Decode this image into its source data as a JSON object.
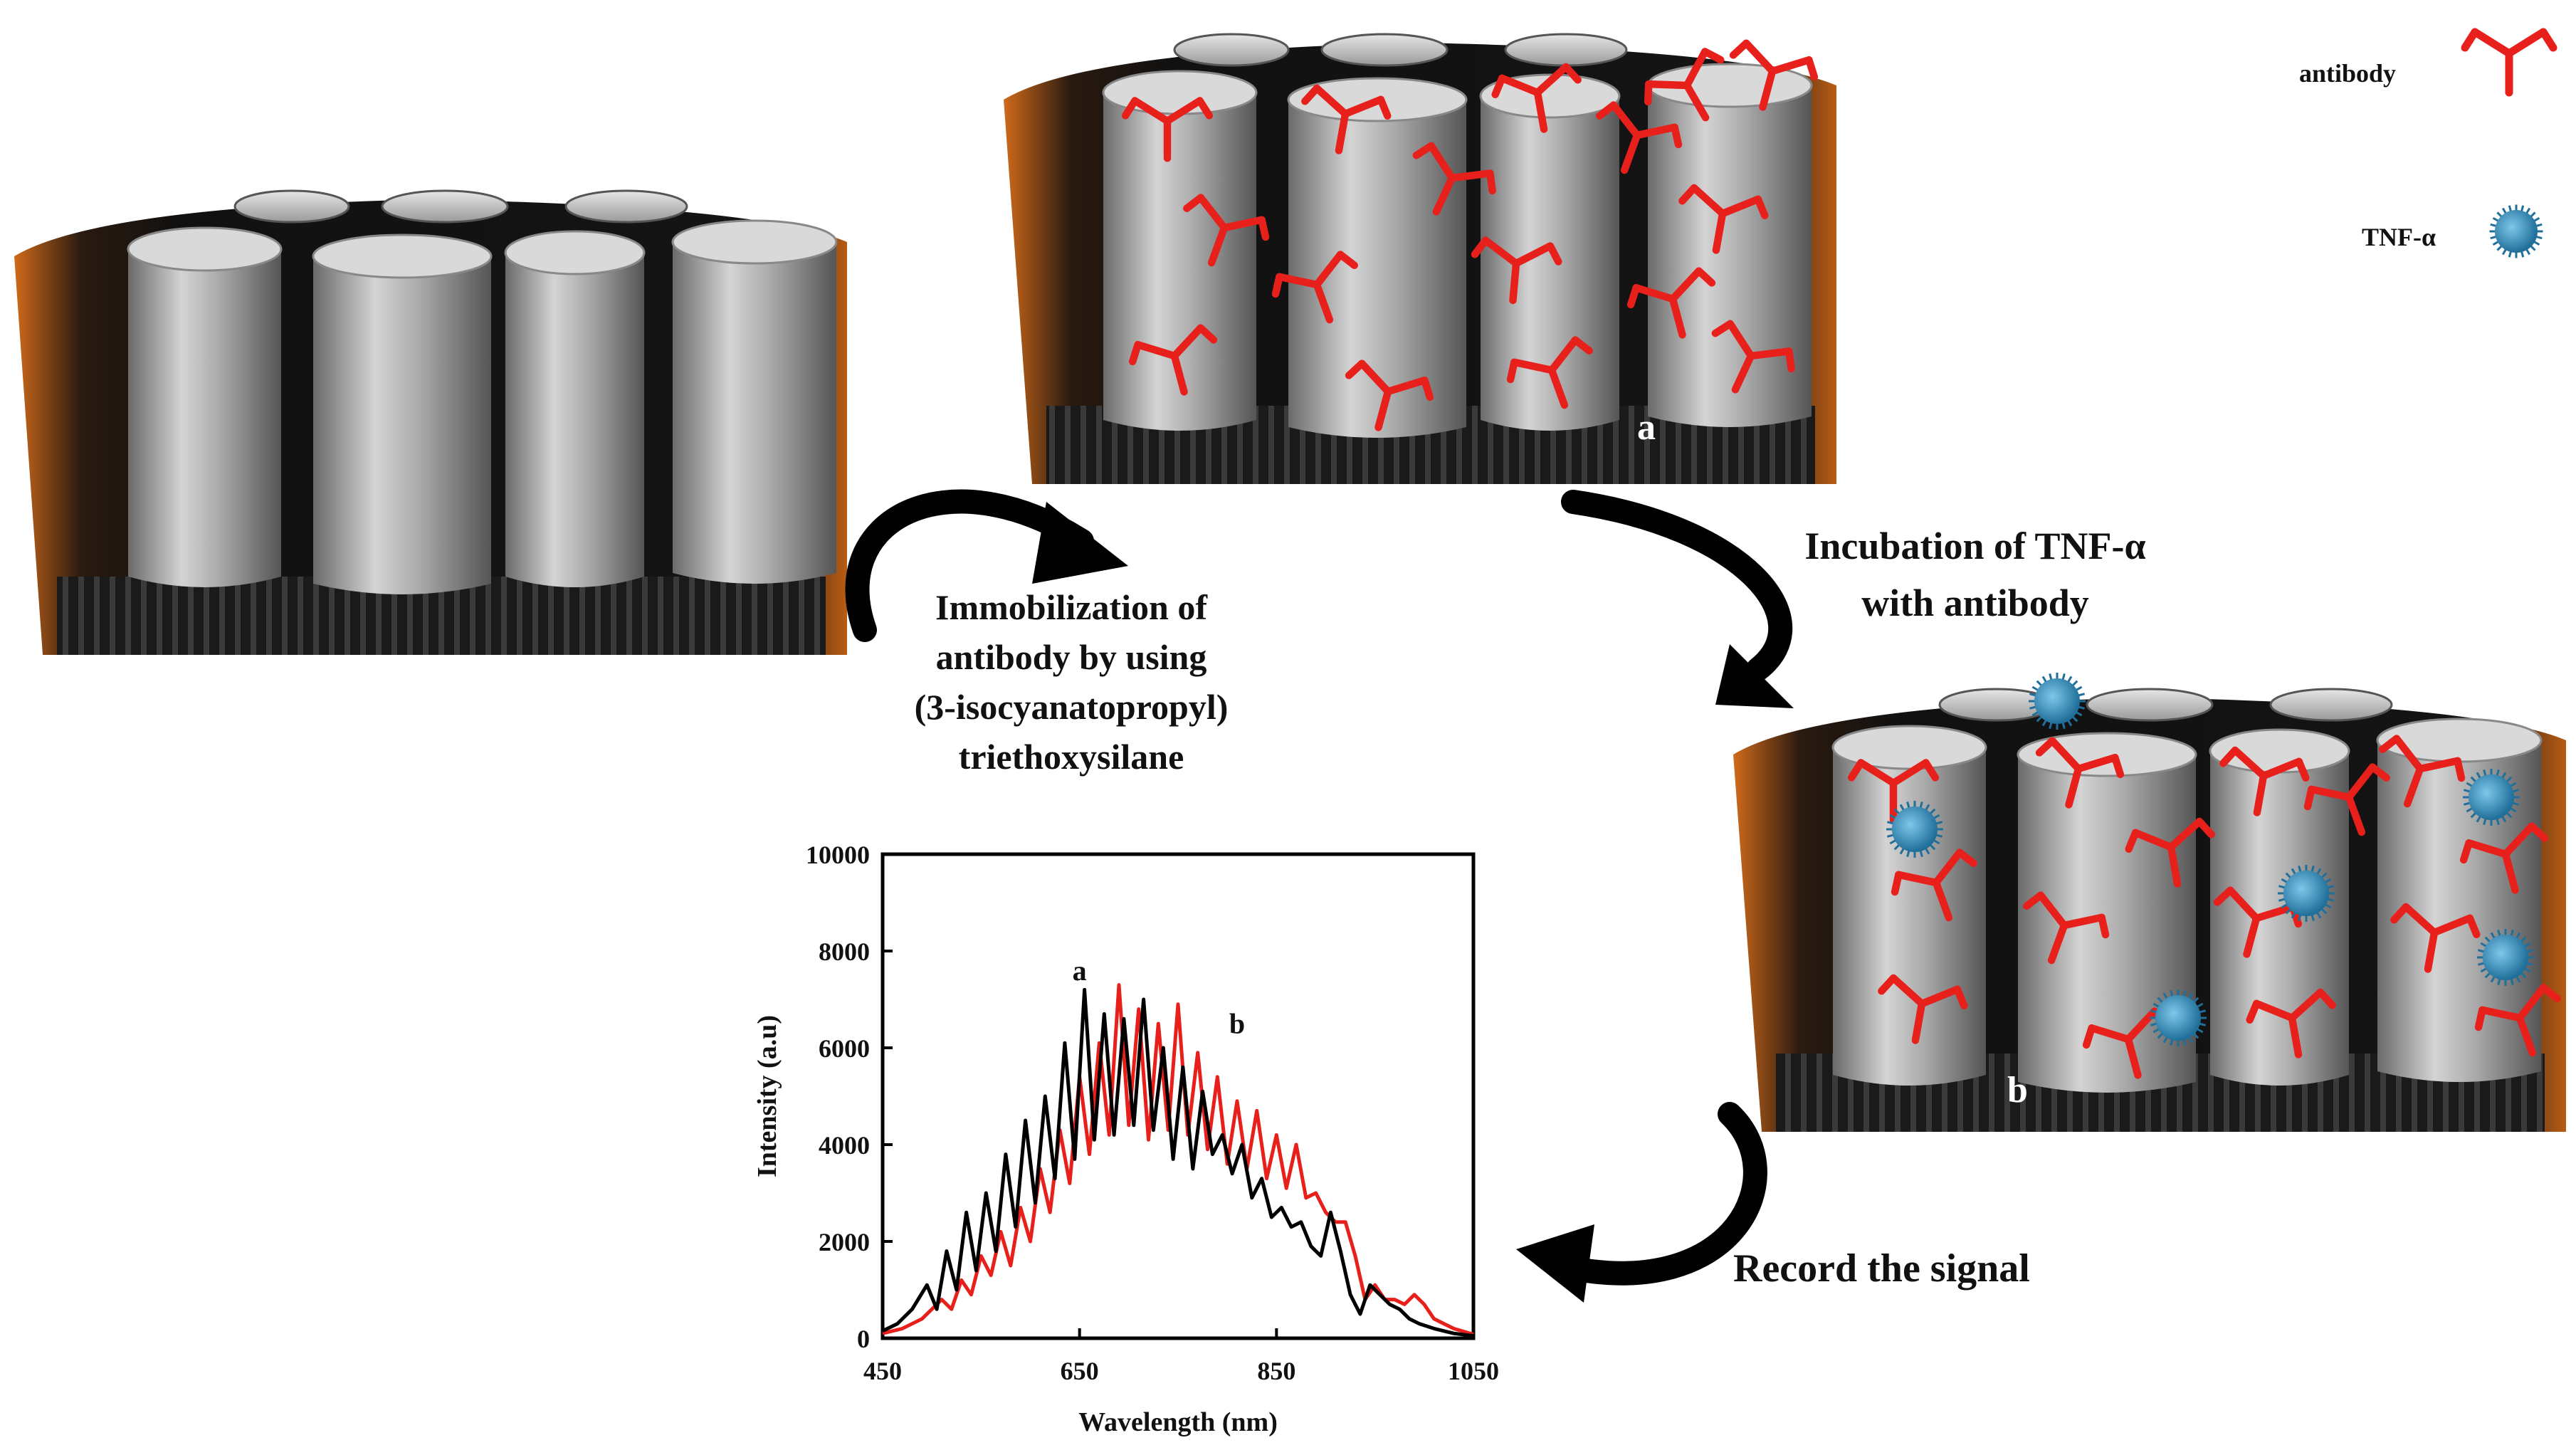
{
  "colors": {
    "antibody": "#e8201c",
    "tnf": "#2f8fc4",
    "substrate_dark": "#111111",
    "substrate_orange": "#d06a1a",
    "pore": "#b8b8b8",
    "spectrum_a": "#000000",
    "spectrum_b": "#e8201c"
  },
  "legend": {
    "antibody": "antibody",
    "tnf": "TNF-α"
  },
  "structures": {
    "a_label": "a",
    "b_label": "b"
  },
  "steps": {
    "step1": [
      "Immobilization  of",
      "antibody  by  using",
      "(3-isocyanatopropyl)",
      "triethoxysilane"
    ],
    "step2": [
      "Incubation of TNF-α",
      "with antibody"
    ],
    "step3": "Record the signal"
  },
  "chart_data": {
    "type": "line",
    "xlabel": "Wavelength (nm)",
    "ylabel": "Intensity (a.u)",
    "xlim": [
      450,
      1050
    ],
    "ylim": [
      0,
      10000
    ],
    "xticks": [
      450,
      650,
      850,
      1050
    ],
    "yticks": [
      0,
      2000,
      4000,
      6000,
      8000,
      10000
    ],
    "grid": false,
    "series": [
      {
        "name": "a",
        "x": [
          450,
          465,
          480,
          495,
          505,
          515,
          525,
          535,
          545,
          555,
          565,
          575,
          585,
          595,
          605,
          615,
          625,
          635,
          645,
          655,
          665,
          675,
          685,
          695,
          705,
          715,
          725,
          735,
          745,
          755,
          765,
          775,
          785,
          795,
          805,
          815,
          825,
          835,
          845,
          855,
          865,
          875,
          885,
          895,
          905,
          915,
          925,
          935,
          945,
          955,
          965,
          975,
          985,
          995,
          1010,
          1030,
          1050
        ],
        "y": [
          150,
          300,
          600,
          1100,
          600,
          1800,
          1000,
          2600,
          1400,
          3000,
          1800,
          3800,
          2300,
          4500,
          2800,
          5000,
          3300,
          6100,
          3700,
          7200,
          4100,
          6700,
          4200,
          6600,
          4400,
          7000,
          4300,
          6000,
          3700,
          5600,
          3500,
          5100,
          3800,
          4200,
          3400,
          4000,
          2900,
          3300,
          2500,
          2700,
          2300,
          2400,
          1900,
          1700,
          2600,
          1800,
          900,
          500,
          1100,
          900,
          700,
          600,
          400,
          300,
          200,
          100,
          50
        ]
      },
      {
        "name": "b",
        "x": [
          450,
          470,
          490,
          510,
          520,
          530,
          540,
          550,
          560,
          570,
          580,
          590,
          600,
          610,
          620,
          630,
          640,
          650,
          660,
          670,
          680,
          690,
          700,
          710,
          720,
          730,
          740,
          750,
          760,
          770,
          780,
          790,
          800,
          810,
          820,
          830,
          840,
          850,
          860,
          870,
          880,
          890,
          900,
          910,
          920,
          930,
          940,
          950,
          960,
          970,
          980,
          990,
          1000,
          1010,
          1030,
          1050
        ],
        "y": [
          100,
          200,
          400,
          800,
          600,
          1200,
          900,
          1700,
          1300,
          2200,
          1500,
          2700,
          2000,
          3500,
          2600,
          4300,
          3200,
          5400,
          3800,
          6100,
          4200,
          7300,
          4400,
          6800,
          4100,
          6500,
          4300,
          6900,
          4200,
          5900,
          3900,
          5400,
          3600,
          4900,
          3500,
          4700,
          3300,
          4200,
          3100,
          4000,
          2900,
          3000,
          2600,
          2400,
          2400,
          1700,
          800,
          1100,
          800,
          800,
          700,
          900,
          700,
          400,
          200,
          80
        ]
      }
    ],
    "annotations": [
      {
        "text": "a",
        "x": 650,
        "y": 7400
      },
      {
        "text": "b",
        "x": 810,
        "y": 6300
      }
    ]
  }
}
